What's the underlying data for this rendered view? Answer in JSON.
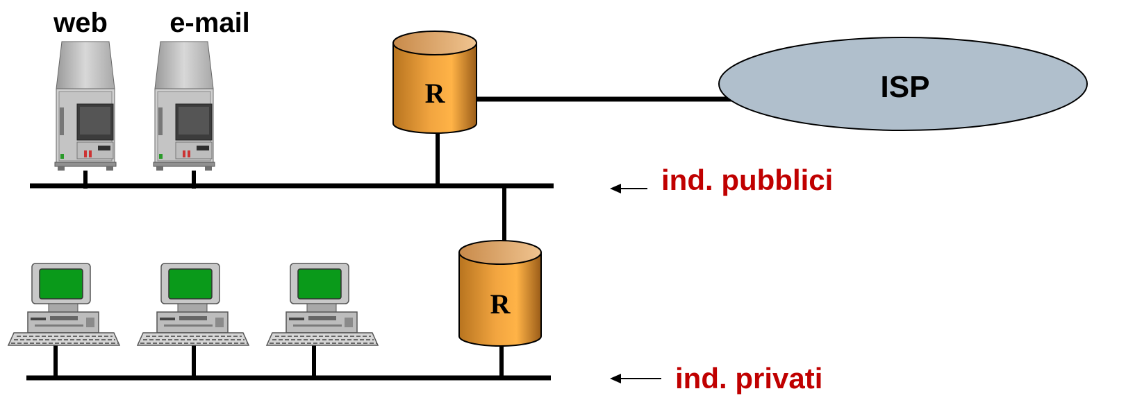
{
  "servers": [
    {
      "label": "web"
    },
    {
      "label": "e-mail"
    }
  ],
  "routers": [
    {
      "label": "R"
    },
    {
      "label": "R"
    }
  ],
  "isp": {
    "label": "ISP"
  },
  "annotations": {
    "public": "ind. pubblici",
    "private": "ind. privati"
  },
  "colors": {
    "router_body": "#E8A040",
    "router_light": "#FFB347",
    "router_dark": "#9A5C18",
    "isp_fill": "#B0BFCC",
    "annotation_text": "#C00000",
    "screen_green": "#0A9A1A",
    "line": "#000000"
  }
}
